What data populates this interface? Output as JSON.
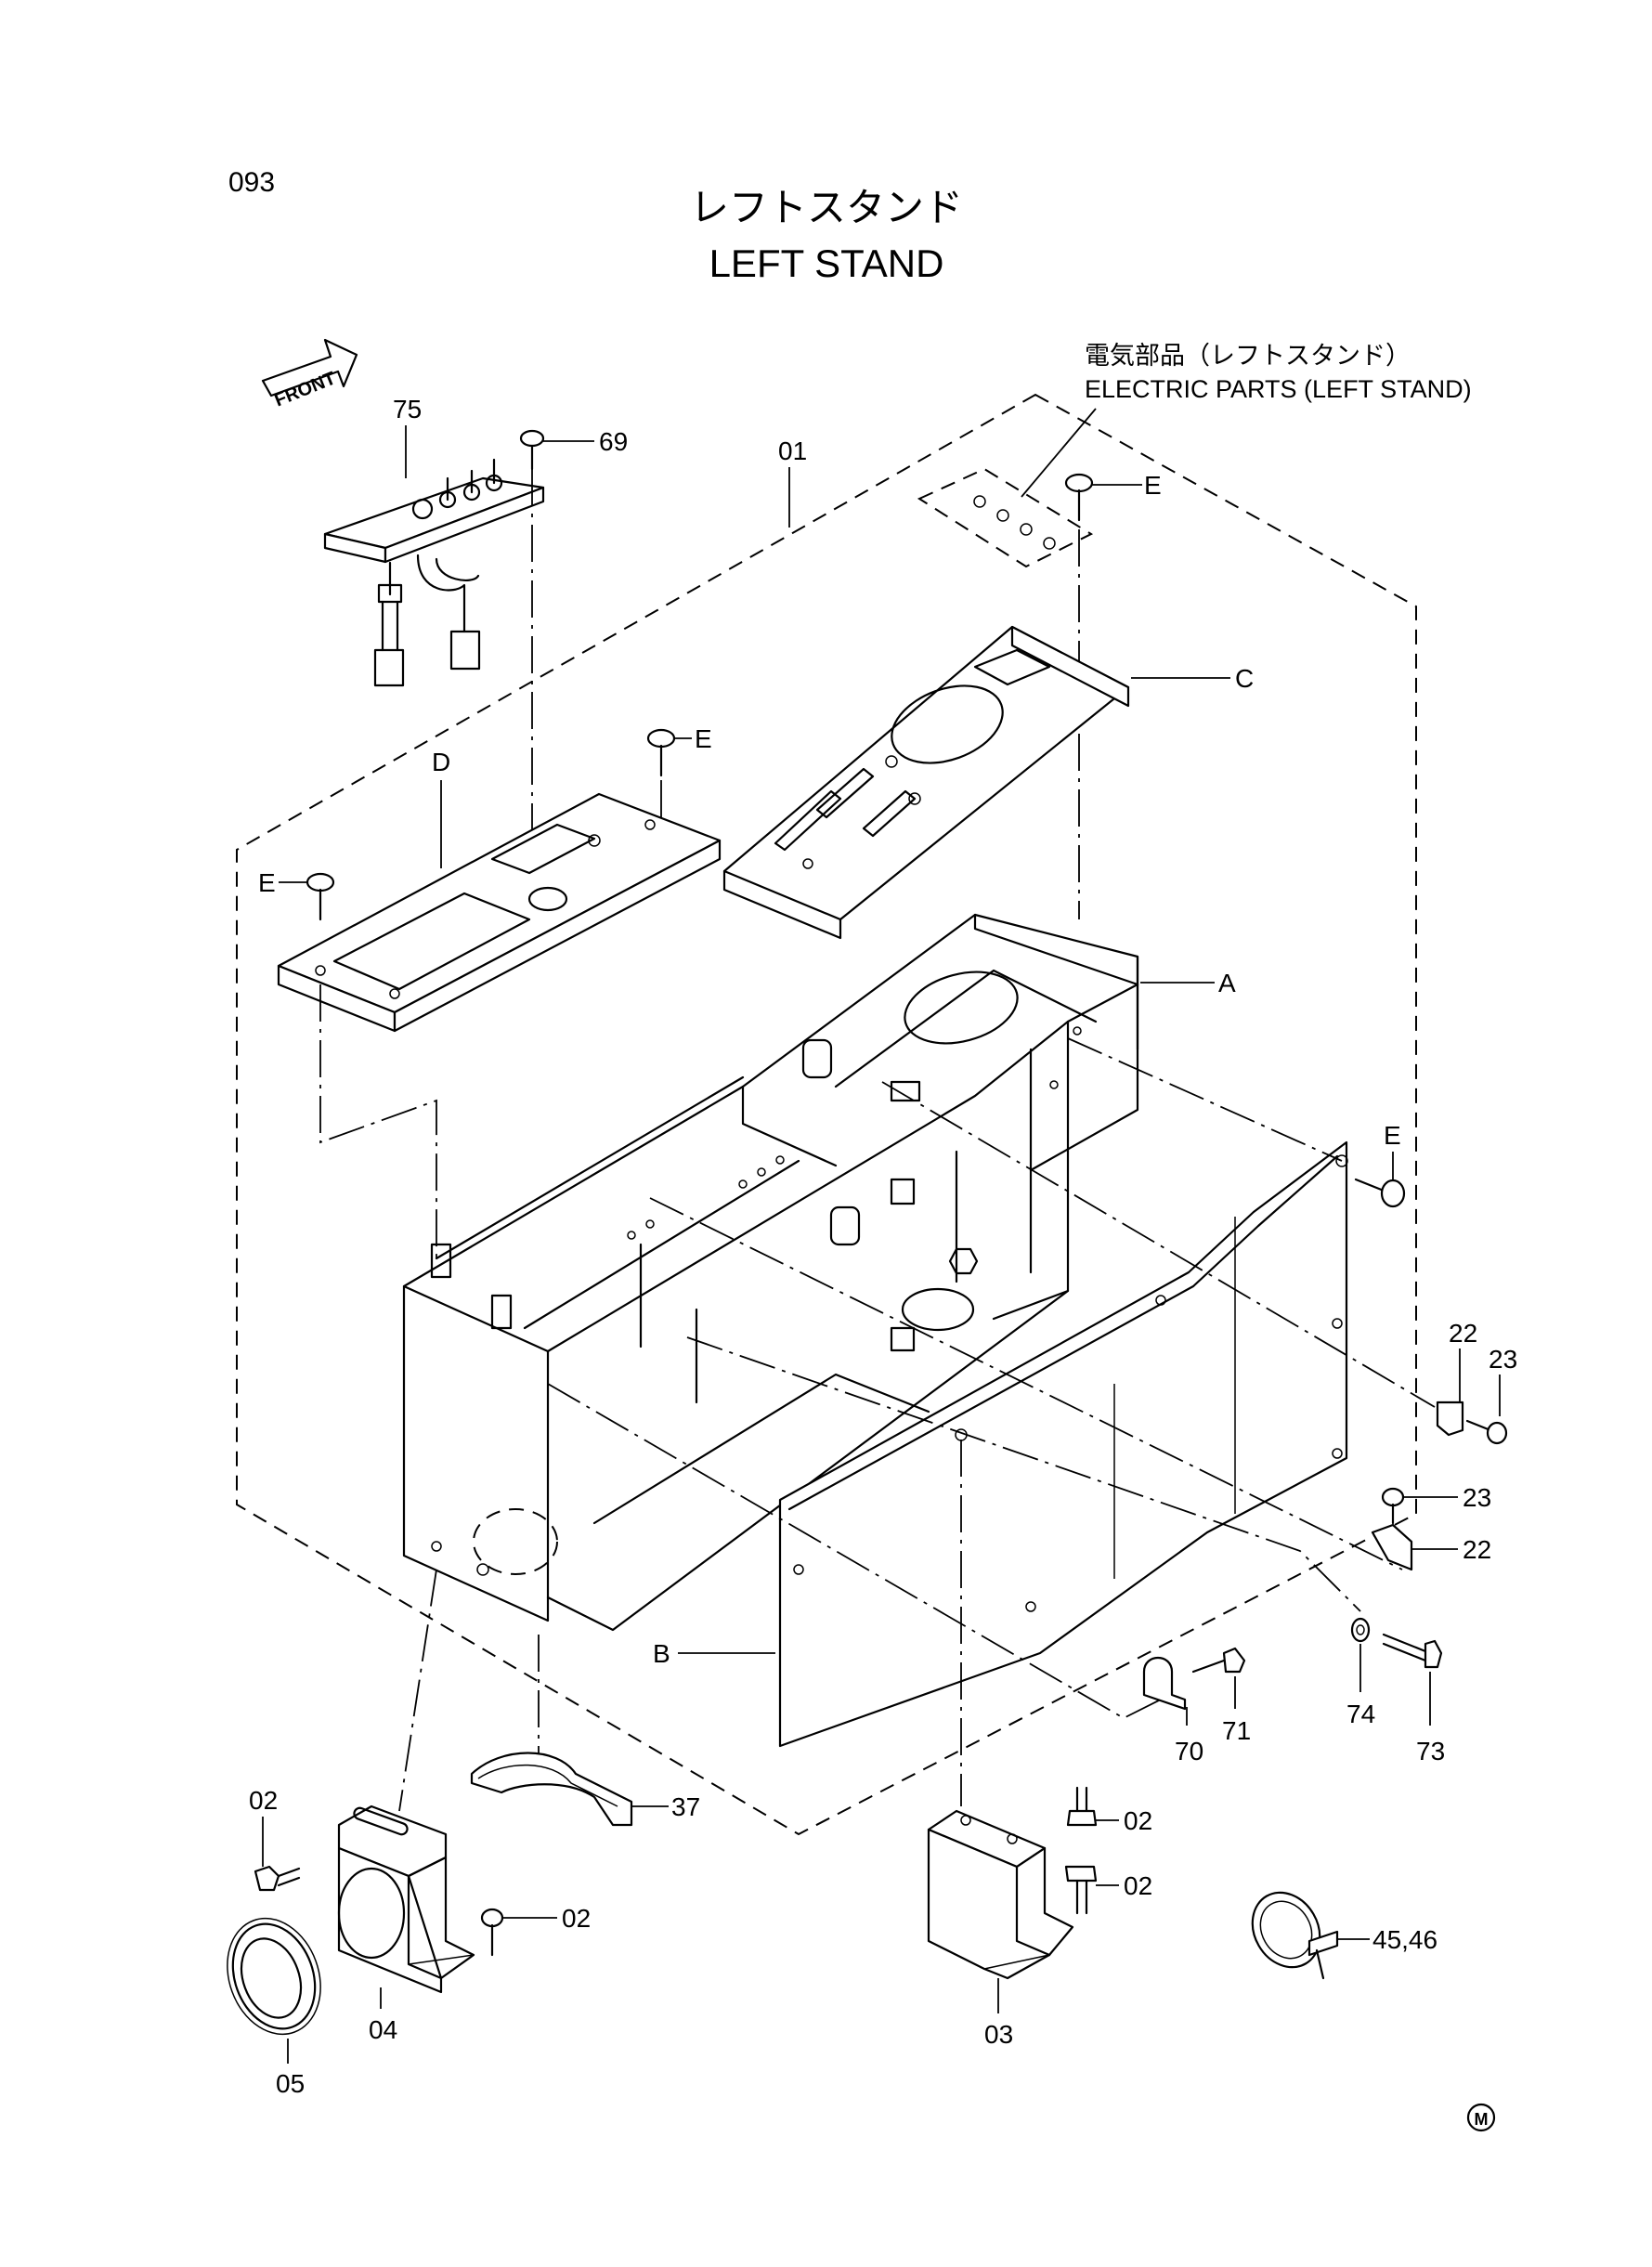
{
  "page_number": "093",
  "title_jp": "レフトスタンド",
  "title_en": "LEFT STAND",
  "front_marker": "FRONT",
  "electric_parts_jp": "電気部品（レフトスタンド）",
  "electric_parts_en": "ELECTRIC  PARTS  (LEFT STAND)",
  "part_labels": {
    "p75": "75",
    "p69": "69",
    "p01": "01",
    "pE1": "E",
    "pC": "C",
    "pE2": "E",
    "pD": "D",
    "pE3": "E",
    "pA": "A",
    "pE4": "E",
    "p22a": "22",
    "p23a": "23",
    "p23b": "23",
    "p22b": "22",
    "pB": "B",
    "p74": "74",
    "p73": "73",
    "p70": "70",
    "p71": "71",
    "p37": "37",
    "p02a": "02",
    "p02b": "02",
    "p02c": "02",
    "p02d": "02",
    "p04": "04",
    "p05": "05",
    "p03": "03",
    "p4546": "45,46"
  },
  "mark": "M"
}
